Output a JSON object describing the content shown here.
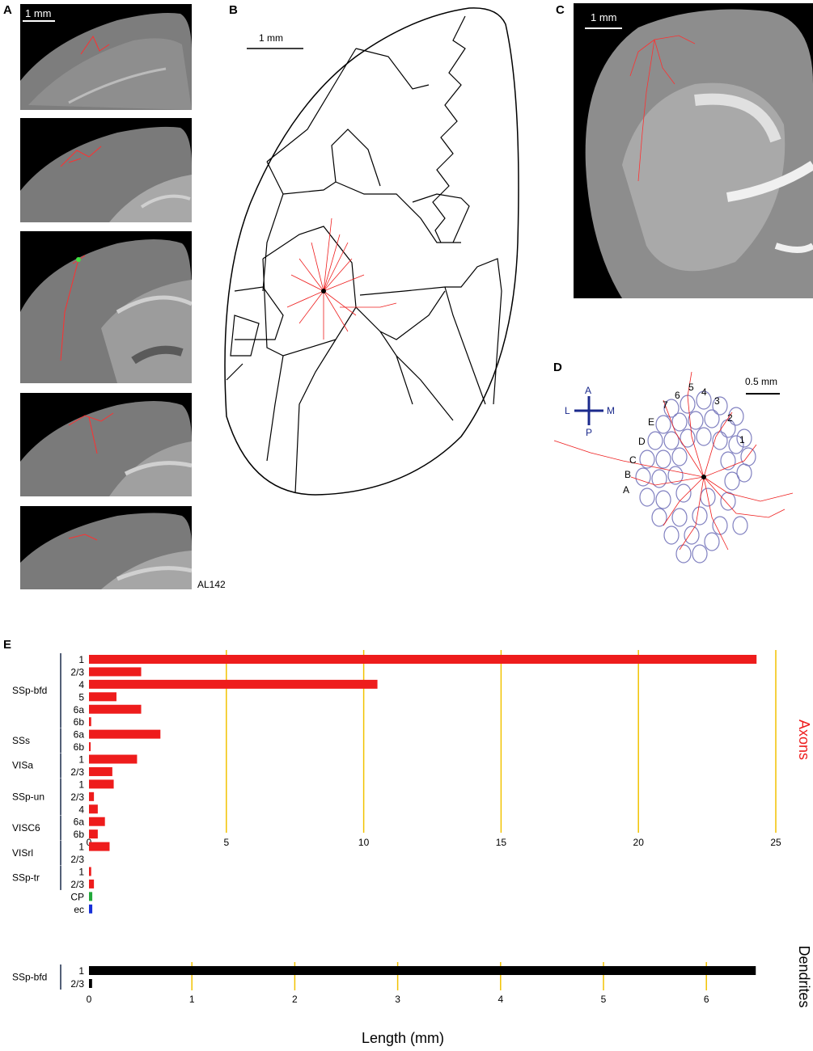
{
  "panels": {
    "A": {
      "letter": "A",
      "scale_label": "1 mm",
      "specimen_label": "AL142"
    },
    "B": {
      "letter": "B",
      "scale_label": "1 mm"
    },
    "C": {
      "letter": "C",
      "scale_label": "1 mm"
    },
    "D": {
      "letter": "D",
      "scale_label": "0.5 mm",
      "directions": {
        "anterior": "A",
        "posterior": "P",
        "lateral": "L",
        "medial": "M"
      },
      "barrel_rows": [
        "A",
        "B",
        "C",
        "D",
        "E"
      ],
      "barrel_arcs": [
        "1",
        "2",
        "3",
        "4",
        "5",
        "6",
        "7"
      ]
    },
    "E": {
      "letter": "E"
    }
  },
  "colors": {
    "axon": "#ee1c1c",
    "dendrite": "#000000",
    "cp": "#22a83a",
    "ec": "#1730d8",
    "grid": "#f2c200",
    "region_bracket": "#1b2a4a",
    "axis_d_cross": "#1b2a8c",
    "barrel_outline": "#8080c0"
  },
  "chart_data": [
    {
      "type": "bar",
      "orientation": "horizontal",
      "side_label": "Axons",
      "xlabel": "",
      "xlim": [
        0,
        25
      ],
      "xticks": [
        0,
        5,
        10,
        15,
        20,
        25
      ],
      "grid": true,
      "groups": [
        {
          "region": "SSp-bfd",
          "rows": [
            {
              "layer": "1",
              "value": 24.3,
              "color": "#ee1c1c"
            },
            {
              "layer": "2/3",
              "value": 1.9,
              "color": "#ee1c1c"
            },
            {
              "layer": "4",
              "value": 10.5,
              "color": "#ee1c1c"
            },
            {
              "layer": "5",
              "value": 1.0,
              "color": "#ee1c1c"
            },
            {
              "layer": "6a",
              "value": 1.9,
              "color": "#ee1c1c"
            },
            {
              "layer": "6b",
              "value": 0.08,
              "color": "#ee1c1c"
            }
          ]
        },
        {
          "region": "SSs",
          "rows": [
            {
              "layer": "6a",
              "value": 2.6,
              "color": "#ee1c1c"
            },
            {
              "layer": "6b",
              "value": 0.06,
              "color": "#ee1c1c"
            }
          ]
        },
        {
          "region": "VISa",
          "rows": [
            {
              "layer": "1",
              "value": 1.75,
              "color": "#ee1c1c"
            },
            {
              "layer": "2/3",
              "value": 0.85,
              "color": "#ee1c1c"
            }
          ]
        },
        {
          "region": "SSp-un",
          "rows": [
            {
              "layer": "1",
              "value": 0.9,
              "color": "#ee1c1c"
            },
            {
              "layer": "2/3",
              "value": 0.18,
              "color": "#ee1c1c"
            },
            {
              "layer": "4",
              "value": 0.32,
              "color": "#ee1c1c"
            }
          ]
        },
        {
          "region": "VISC6",
          "rows": [
            {
              "layer": "6a",
              "value": 0.58,
              "color": "#ee1c1c"
            },
            {
              "layer": "6b",
              "value": 0.32,
              "color": "#ee1c1c"
            }
          ]
        },
        {
          "region": "VISrl",
          "rows": [
            {
              "layer": "1",
              "value": 0.75,
              "color": "#ee1c1c"
            },
            {
              "layer": "2/3",
              "value": 0,
              "color": "#ee1c1c"
            }
          ]
        },
        {
          "region": "SSp-tr",
          "rows": [
            {
              "layer": "1",
              "value": 0.08,
              "color": "#ee1c1c"
            },
            {
              "layer": "2/3",
              "value": 0.18,
              "color": "#ee1c1c"
            }
          ]
        },
        {
          "region": "",
          "rows": [
            {
              "layer": "CP",
              "value": 0.12,
              "color": "#22a83a"
            },
            {
              "layer": "ec",
              "value": 0.12,
              "color": "#1730d8"
            }
          ]
        }
      ]
    },
    {
      "type": "bar",
      "orientation": "horizontal",
      "side_label": "Dendrites",
      "xlabel": "Length (mm)",
      "xlim": [
        0,
        6.5
      ],
      "xticks": [
        0,
        1,
        2,
        3,
        4,
        5,
        6
      ],
      "grid": true,
      "groups": [
        {
          "region": "SSp-bfd",
          "rows": [
            {
              "layer": "1",
              "value": 6.48,
              "color": "#000000"
            },
            {
              "layer": "2/3",
              "value": 0.03,
              "color": "#000000"
            }
          ]
        }
      ]
    }
  ]
}
